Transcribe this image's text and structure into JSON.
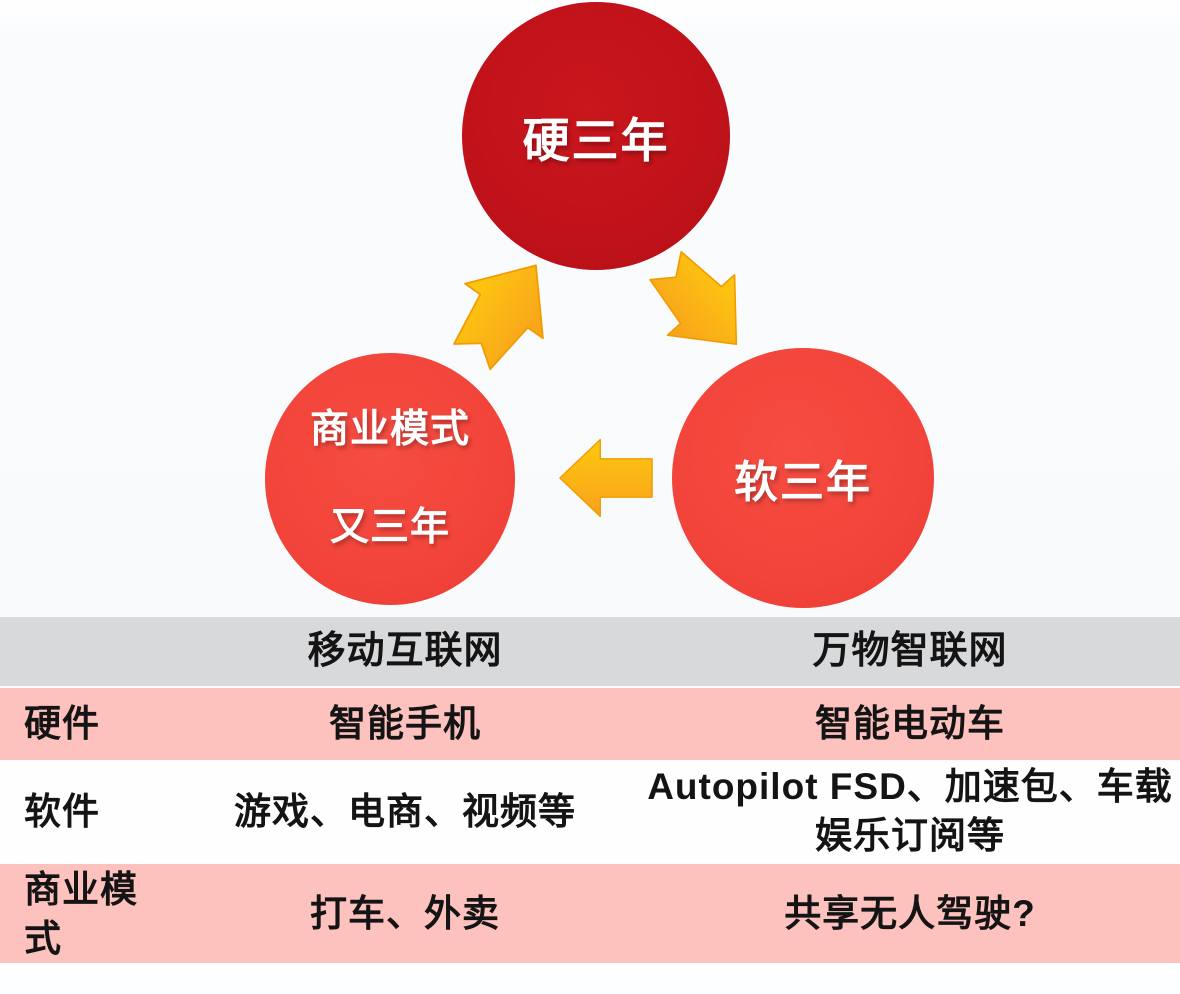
{
  "diagram": {
    "title_semantic": "three-year cycle diagram",
    "nodes": {
      "hard": {
        "label": "硬三年",
        "color": "#C0121A"
      },
      "soft": {
        "label": "软三年",
        "color": "#F2443A"
      },
      "business": {
        "label_line1": "商业模式",
        "label_line2": "又三年",
        "color": "#F2443A"
      }
    },
    "arrow_color_top": "#FFC90F",
    "arrow_color_bottom": "#F7A11C"
  },
  "table": {
    "header": {
      "row_label_column": "",
      "mobile_internet": "移动互联网",
      "iot": "万物智联网"
    },
    "rows": [
      {
        "label": "硬件",
        "mobile": "智能手机",
        "iot": "智能电动车"
      },
      {
        "label": "软件",
        "mobile": "游戏、电商、视频等",
        "iot": "Autopilot FSD、加速包、车载娱乐订阅等"
      },
      {
        "label": "商业模式",
        "mobile": "打车、外卖",
        "iot": "共享无人驾驶?"
      }
    ],
    "colors": {
      "header_bg": "#D8D9DB",
      "pink_row_bg": "#FDC2BE",
      "white_row_bg": "#FEFEFE"
    }
  }
}
